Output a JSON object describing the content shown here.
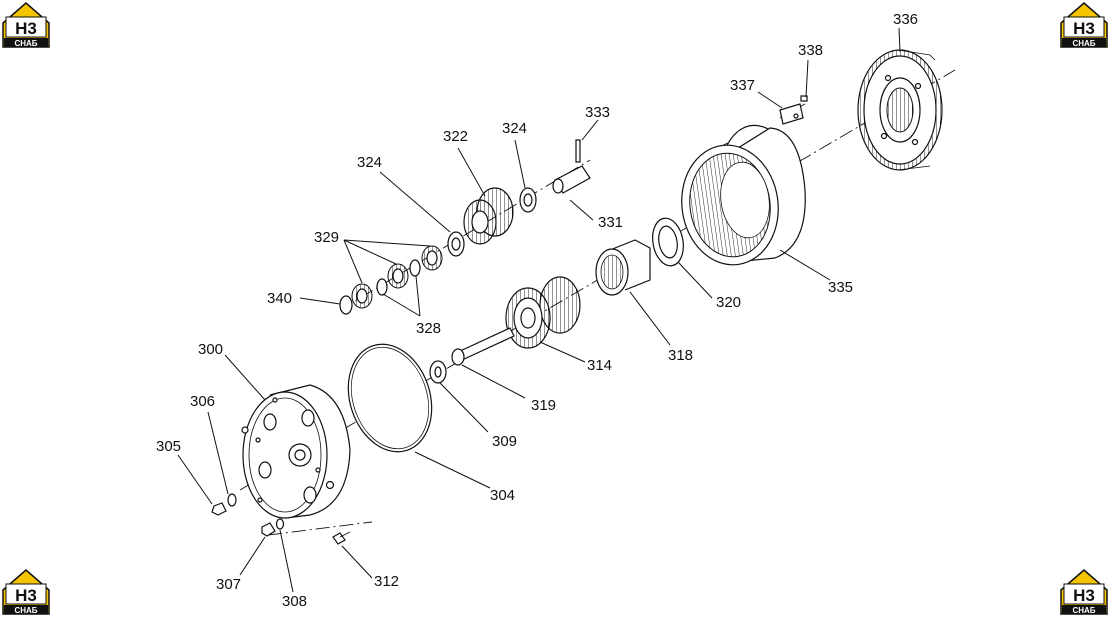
{
  "logo": {
    "mark": "H3",
    "caption": "CHAБ",
    "color": "#f5c400"
  },
  "labels": {
    "300": "300",
    "304": "304",
    "305": "305",
    "306": "306",
    "307": "307",
    "308": "308",
    "309": "309",
    "312": "312",
    "314": "314",
    "318": "318",
    "319": "319",
    "320": "320",
    "322": "322",
    "324a": "324",
    "324b": "324",
    "328": "328",
    "329": "329",
    "331": "331",
    "333": "333",
    "335": "335",
    "336": "336",
    "337": "337",
    "338": "338",
    "340": "340"
  }
}
